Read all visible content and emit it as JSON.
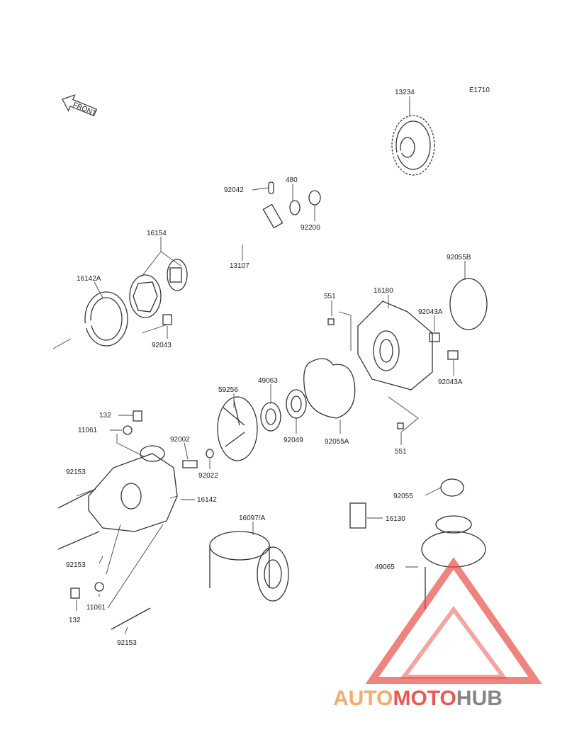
{
  "diagram": {
    "code": "E1710",
    "front_label": "FRONT",
    "labels": [
      {
        "id": "13234",
        "text": "13234"
      },
      {
        "id": "92042",
        "text": "92042"
      },
      {
        "id": "480",
        "text": "480"
      },
      {
        "id": "92200",
        "text": "92200"
      },
      {
        "id": "16154",
        "text": "16154"
      },
      {
        "id": "13107",
        "text": "13107"
      },
      {
        "id": "16142A",
        "text": "16142A"
      },
      {
        "id": "92043",
        "text": "92043"
      },
      {
        "id": "92055B",
        "text": "92055B"
      },
      {
        "id": "551a",
        "text": "551"
      },
      {
        "id": "16180",
        "text": "16180"
      },
      {
        "id": "92043A1",
        "text": "92043A"
      },
      {
        "id": "92043A2",
        "text": "92043A"
      },
      {
        "id": "59256",
        "text": "59256"
      },
      {
        "id": "49063",
        "text": "49063"
      },
      {
        "id": "92049",
        "text": "92049"
      },
      {
        "id": "92055A",
        "text": "92055A"
      },
      {
        "id": "551b",
        "text": "551"
      },
      {
        "id": "132a",
        "text": "132"
      },
      {
        "id": "11061a",
        "text": "11061"
      },
      {
        "id": "92002",
        "text": "92002"
      },
      {
        "id": "92022",
        "text": "92022"
      },
      {
        "id": "92153a",
        "text": "92153"
      },
      {
        "id": "16142",
        "text": "16142"
      },
      {
        "id": "92153b",
        "text": "92153"
      },
      {
        "id": "16097A",
        "text": "16097/A"
      },
      {
        "id": "92055",
        "text": "92055"
      },
      {
        "id": "16130",
        "text": "16130"
      },
      {
        "id": "49065",
        "text": "49065"
      },
      {
        "id": "11061b",
        "text": "11061"
      },
      {
        "id": "132b",
        "text": "132"
      },
      {
        "id": "92153c",
        "text": "92153"
      }
    ]
  },
  "watermark": {
    "part1": "AUTO",
    "part2": "MOTO",
    "part3": "HUB",
    "color_orange": "#f5a25d",
    "color_red": "#e8483f",
    "color_gray": "#7a7a7a"
  }
}
